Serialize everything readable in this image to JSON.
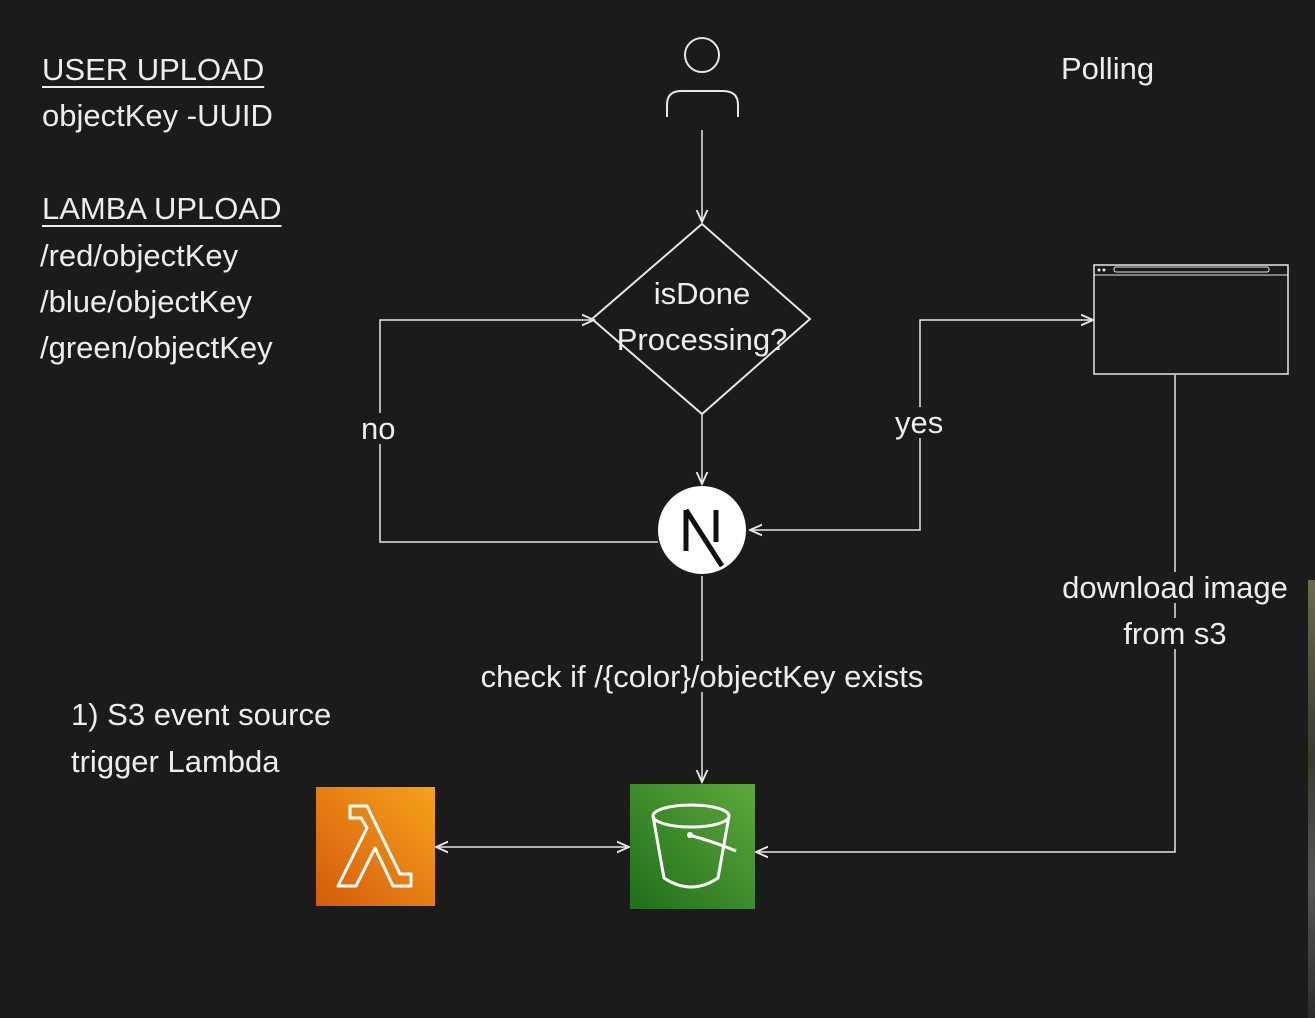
{
  "notes": {
    "user_upload_heading": "USER UPLOAD",
    "user_upload_key": "objectKey -UUID",
    "lambda_upload_heading": "LAMBA UPLOAD",
    "lambda_paths": [
      "/red/objectKey",
      "/blue/objectKey",
      "/green/objectKey"
    ]
  },
  "labels": {
    "polling": "Polling",
    "decision_line1": "isDone",
    "decision_line2": "Processing?",
    "no": "no",
    "yes": "yes",
    "download_line1": "download image",
    "download_line2": "from s3",
    "check": "check if /{color}/objectKey exists",
    "trigger_line1": "1) S3 event source",
    "trigger_line2": "trigger Lambda"
  },
  "nodes": {
    "user": "user-icon",
    "nextjs": "nextjs-logo",
    "lambda": "aws-lambda-icon",
    "s3": "aws-s3-bucket-icon",
    "browser": "browser-window-icon"
  },
  "colors": {
    "background": "#1b1b1b",
    "stroke": "#e6e6e6",
    "lambda_orange": "#f58a07",
    "s3_green": "#3f8f24"
  }
}
